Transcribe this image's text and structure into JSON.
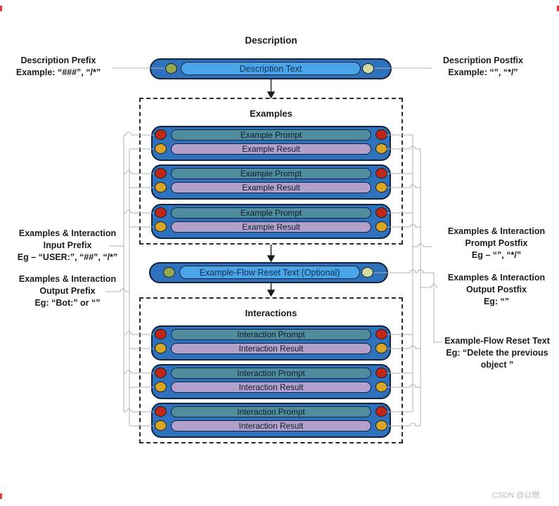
{
  "diagram": {
    "main": {
      "description_title": "Description",
      "description_text": "Description Text",
      "examples": {
        "title": "Examples",
        "groups": [
          {
            "prompt": "Example Prompt",
            "result": "Example Result"
          },
          {
            "prompt": "Example Prompt",
            "result": "Example Result"
          },
          {
            "prompt": "Example Prompt",
            "result": "Example Result"
          }
        ]
      },
      "reset_text": "Example-Flow Reset Text (Optional)",
      "interactions": {
        "title": "Interactions",
        "groups": [
          {
            "prompt": "Interaction Prompt",
            "result": "Interaction Result"
          },
          {
            "prompt": "Interaction Prompt",
            "result": "Interaction Result"
          },
          {
            "prompt": "Interaction Prompt",
            "result": "Interaction Result"
          }
        ]
      }
    },
    "annotations": {
      "description_prefix": {
        "line1": "Description Prefix",
        "line2": "Example: “###”, “/*”"
      },
      "description_postfix": {
        "line1": "Description Postfix",
        "line2": "Example: “”,  “*/”"
      },
      "input_prefix": {
        "line1": "Examples & Interaction",
        "line2": "Input Prefix",
        "line3": "Eg – “USER:”, “##”, “/*”"
      },
      "output_prefix": {
        "line1": "Examples & Interaction",
        "line2": "Output Prefix",
        "line3": "Eg: “Bot:” or “”"
      },
      "prompt_postfix": {
        "line1": "Examples & Interaction",
        "line2": "Prompt Postfix",
        "line3": "Eg – “”, “*/”"
      },
      "output_postfix": {
        "line1": "Examples & Interaction",
        "line2": "Output Postfix",
        "line3": "Eg: “”"
      },
      "reset_note": {
        "line1": "Example-Flow Reset Text",
        "line2": "Eg: “Delete the previous",
        "line3": "object ”"
      }
    },
    "watermark": "CSDN @以燃",
    "colors": {
      "pill_blue": "#2e71bc",
      "pill_border": "#14233c",
      "inner_light_blue": "#4aa5e8",
      "inner_teal": "#4e8c9e",
      "inner_purple": "#b1a0cb",
      "dot_red": "#c02718",
      "dot_yellow": "#d8a627",
      "dot_olive": "#92a953",
      "dot_pale_green": "#cfdaa5",
      "connector_gray": "#b0b0b0",
      "arrow_black": "#1a1a1a"
    }
  }
}
